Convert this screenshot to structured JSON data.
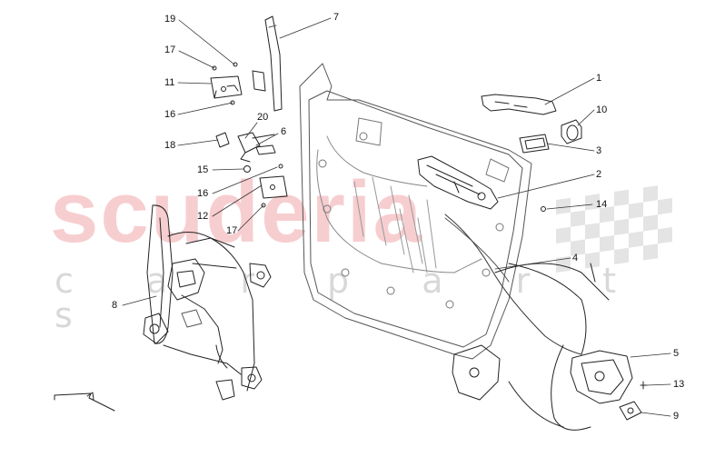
{
  "watermark": {
    "main": "scuderia",
    "sub": "c a r p a r t s"
  },
  "colors": {
    "line": "#222222",
    "light": "#777777",
    "watermark_red": "#f2a7ab",
    "watermark_grey": "#d8d8d8"
  },
  "callouts": [
    "19",
    "17",
    "11",
    "16",
    "7",
    "20",
    "6",
    "18",
    "15",
    "16",
    "12",
    "17",
    "8",
    "1",
    "10",
    "3",
    "2",
    "14",
    "4",
    "5",
    "13",
    "9"
  ]
}
